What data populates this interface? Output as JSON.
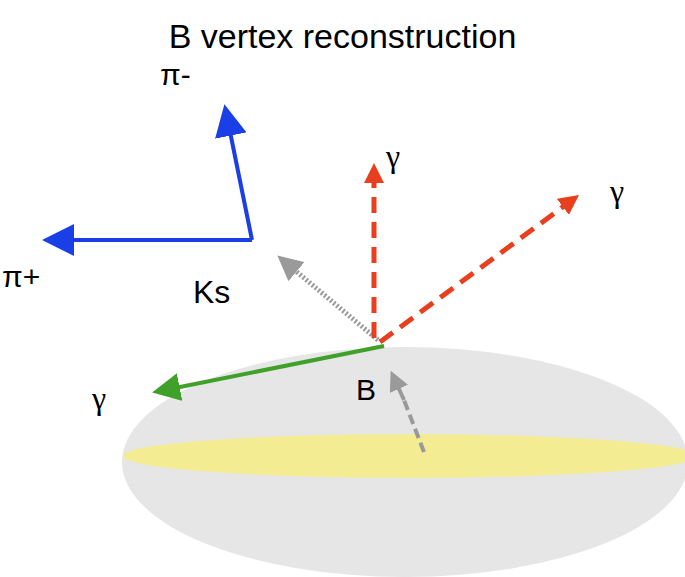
{
  "diagram": {
    "title": "B vertex reconstruction",
    "labels": [
      "π-",
      "π+",
      "Ks",
      "γ",
      "γ",
      "γ",
      "B"
    ]
  }
}
